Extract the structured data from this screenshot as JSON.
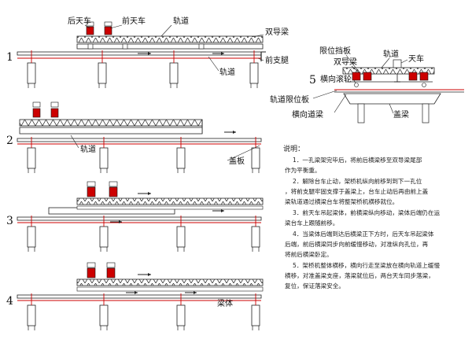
{
  "steps": [
    "1",
    "2",
    "3",
    "4",
    "5"
  ],
  "labels": {
    "rear_trolley": "后天车",
    "front_trolley": "前天车",
    "track": "轨道",
    "double_guide_beam": "双导梁",
    "front_leg": "前支腿",
    "pier_cap": "盖板",
    "beam_body": "梁体",
    "limit_stop": "限位挡板",
    "trolley": "天车",
    "lateral_roller": "横向滚轮",
    "track_limit_plate": "轨道限位板",
    "lateral_guide_beam": "横向道梁",
    "cap_beam": "盖梁"
  },
  "notes": {
    "title": "说明：",
    "lines": [
      "1．一孔梁架完毕后，将前后横梁移至双导梁尾部",
      "作为平衡重。",
      "2．解除台车止动，架桥机纵向前移到到下一孔位",
      "，将前支腿牢固支撑于盖梁上，台车止动后再由前上盖",
      "梁轨道通过横梁台车将整架桥机横移就位。",
      "3．前天车吊起梁体，前横梁纵向移动，梁体后端仍在运",
      "梁台车上跟随前移。",
      "4．当梁体后端到达后横梁正下方时，后天车吊起梁体",
      "后端，前后横梁同步向前缓慢移动，对准纵向孔位，再",
      "将前后横梁卧定。",
      "5．架桥机整体横移，横向行走至梁放在横向轨道上缓慢",
      "横移，对准盖梁支座，落梁就位后，两台天车同步落梁，",
      "复位，保证落梁安全。"
    ]
  }
}
